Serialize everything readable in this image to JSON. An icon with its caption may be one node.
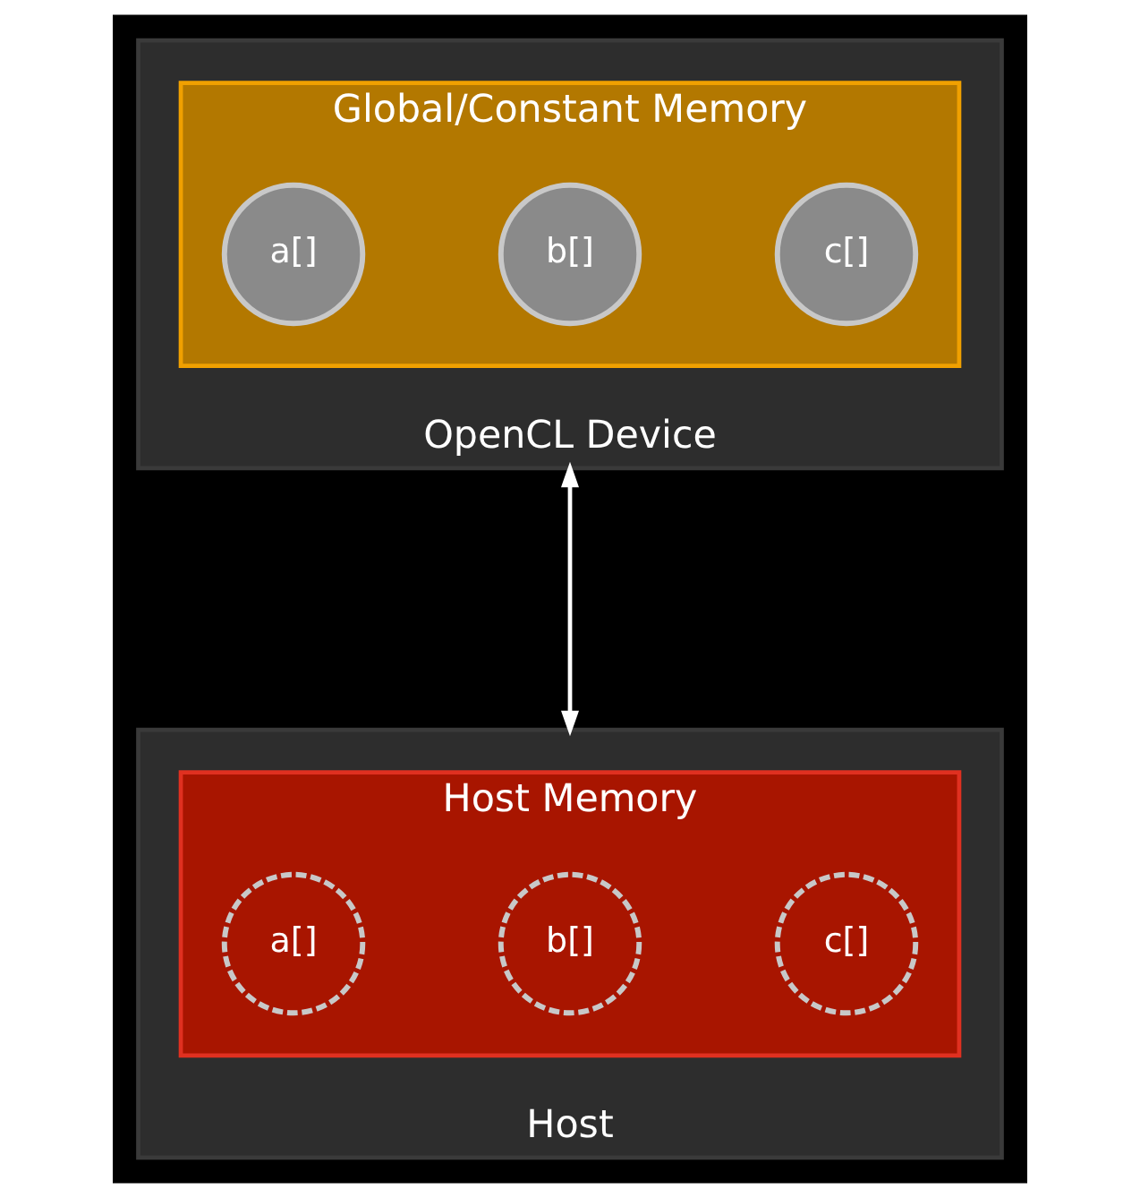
{
  "diagram": {
    "nodes": [
      {
        "text": [
          "OpenCL Device"
        ]
      },
      {
        "text": [
          "Global/Constant Memory"
        ],
        "in": 0
      },
      {
        "text": [
          "a[]"
        ],
        "in": 1
      },
      {
        "text": [
          "b[]"
        ],
        "in": 1
      },
      {
        "text": [
          "c[]"
        ],
        "in": 1
      },
      {
        "text": [
          "Host"
        ]
      },
      {
        "text": [
          "Host Memory"
        ],
        "in": 5
      },
      {
        "text": [
          "a[]"
        ],
        "in": 6
      },
      {
        "text": [
          "b[]"
        ],
        "in": 6
      },
      {
        "text": [
          "c[]"
        ],
        "in": 6
      }
    ],
    "edges": [
      {
        "from": 0,
        "to": 5,
        "arrow": "both"
      }
    ]
  }
}
